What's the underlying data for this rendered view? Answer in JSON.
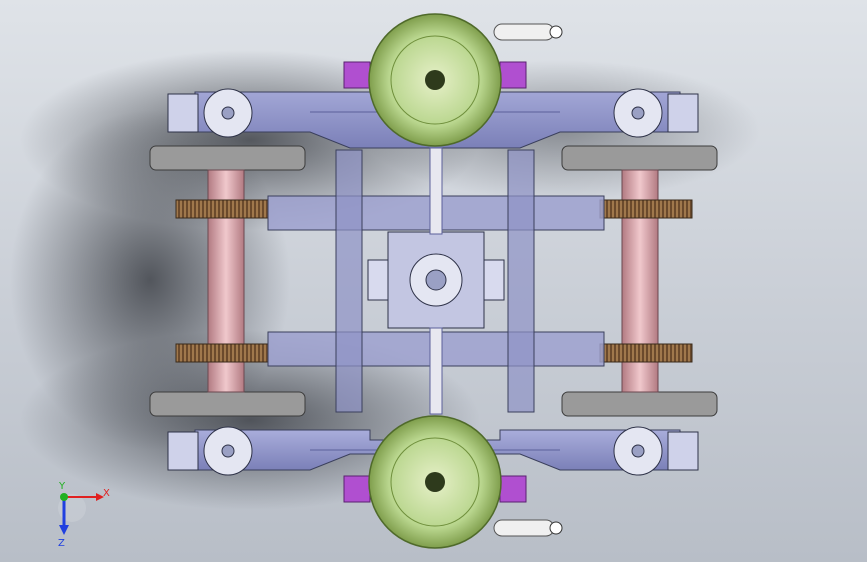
{
  "scene": {
    "background_top": "#dfe3e8",
    "background_bottom": "#b8bec7",
    "frame_color": "#8e93c9",
    "frame_edge": "#3a3f5c",
    "air_spring_color": "#b9d68e",
    "air_spring_rim": "#6f8f3c",
    "gear_color": "#7a5a3a",
    "wheel_color": "#8a8a8a",
    "axle_color": "#d8a0a8",
    "bracket_color": "#b04fd0"
  },
  "triad": {
    "x_label": "X",
    "y_label": "Y",
    "z_label": "Z",
    "x_color": "#e02020",
    "y_color": "#20b020",
    "z_color": "#2040e0"
  }
}
